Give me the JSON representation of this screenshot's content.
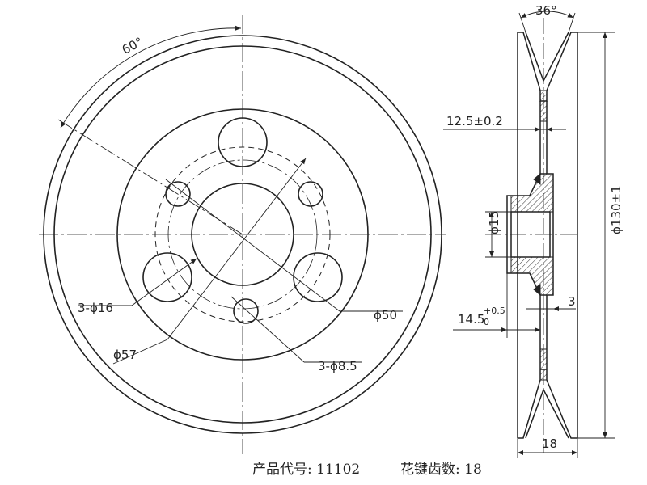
{
  "front_view": {
    "angle_label": "60°",
    "holes_large_label": "3-ϕ16",
    "holes_small_label": "3-ϕ8.5",
    "bore_label": "ϕ50",
    "pcd_label": "ϕ57"
  },
  "section_view": {
    "groove_angle_label": "36°",
    "web_thickness_label": "12.5±0.2",
    "hub_bore_label": "ϕ15",
    "outer_diameter_label": "ϕ130±1",
    "offset_main_label": "14.5",
    "offset_tol_upper": "+0.5",
    "offset_tol_lower": "0",
    "step_label": "3",
    "width_label": "18"
  },
  "footer": {
    "product_code_label": "产品代号:",
    "product_code_value": "11102",
    "spline_teeth_label": "花键齿数:",
    "spline_teeth_value": "18"
  }
}
